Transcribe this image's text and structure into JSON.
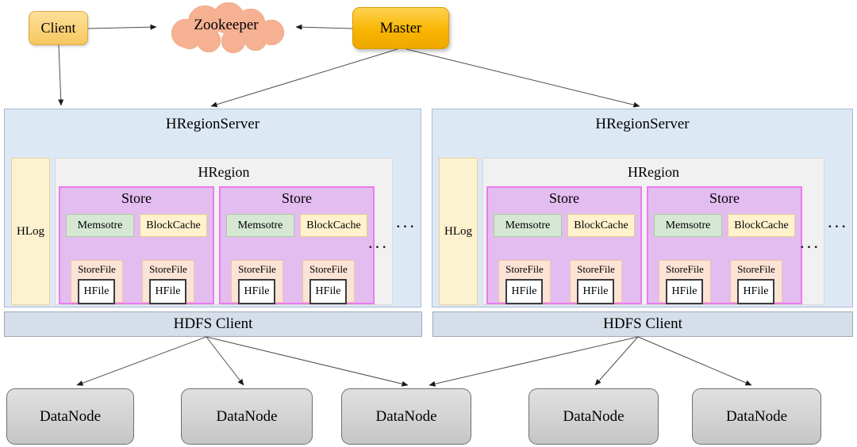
{
  "top": {
    "client_label": "Client",
    "zookeeper_label": "Zookeeper",
    "master_label": "Master"
  },
  "servers": [
    {
      "title": "HRegionServer",
      "hlog_label": "HLog",
      "ellipsis": "···",
      "hregion": {
        "title": "HRegion",
        "ellipsis": "···",
        "stores": [
          {
            "title": "Store",
            "memstore_label": "Memsotre",
            "blockcache_label": "BlockCache",
            "storefiles": [
              {
                "label": "StoreFile",
                "hfile_label": "HFile"
              },
              {
                "label": "StoreFile",
                "hfile_label": "HFile"
              }
            ]
          },
          {
            "title": "Store",
            "memstore_label": "Memsotre",
            "blockcache_label": "BlockCache",
            "storefiles": [
              {
                "label": "StoreFile",
                "hfile_label": "HFile"
              },
              {
                "label": "StoreFile",
                "hfile_label": "HFile"
              }
            ]
          }
        ]
      }
    },
    {
      "title": "HRegionServer",
      "hlog_label": "HLog",
      "ellipsis": "···",
      "hregion": {
        "title": "HRegion",
        "ellipsis": "···",
        "stores": [
          {
            "title": "Store",
            "memstore_label": "Memsotre",
            "blockcache_label": "BlockCache",
            "storefiles": [
              {
                "label": "StoreFile",
                "hfile_label": "HFile"
              },
              {
                "label": "StoreFile",
                "hfile_label": "HFile"
              }
            ]
          },
          {
            "title": "Store",
            "memstore_label": "Memsotre",
            "blockcache_label": "BlockCache",
            "storefiles": [
              {
                "label": "StoreFile",
                "hfile_label": "HFile"
              },
              {
                "label": "StoreFile",
                "hfile_label": "HFile"
              }
            ]
          }
        ]
      }
    }
  ],
  "hdfs_clients": [
    {
      "label": "HDFS Client"
    },
    {
      "label": "HDFS Client"
    }
  ],
  "datanodes": [
    {
      "label": "DataNode"
    },
    {
      "label": "DataNode"
    },
    {
      "label": "DataNode"
    },
    {
      "label": "DataNode"
    },
    {
      "label": "DataNode"
    }
  ],
  "colors": {
    "client_fill_top": "#fce09a",
    "client_fill_bottom": "#f7c75f",
    "client_border": "#dda63e",
    "master_fill_top": "#ffd352",
    "master_fill_bottom": "#f0a800",
    "master_border": "#d99b00",
    "zookeeper_fill": "#f5b192",
    "zookeeper_border": "#d47e55",
    "server_fill": "#dde8f5",
    "server_border": "#a9bbd1",
    "hlog_fill": "#fdf2d0",
    "hlog_border": "#e6d29e",
    "hregion_fill": "#f1f1f1",
    "hregion_border": "#d9d9d9",
    "store_fill": "#e3bcf0",
    "store_border": "#ea7bee",
    "memstore_fill": "#d6e8d4",
    "memstore_border": "#a9c9a0",
    "blockcache_fill": "#fff2cc",
    "blockcache_border": "#e3cf92",
    "storefile_fill": "#fbe3d5",
    "storefile_border": "#f0c3a3",
    "hfile_fill": "#ffffff",
    "hfile_border": "#3c3c3c",
    "hdfs_fill": "#d6dee9",
    "hdfs_border": "#9fa8b6",
    "datanode_fill": "#d2d2d2",
    "datanode_border": "#6f6f6f",
    "connector": "#4d4d4d"
  }
}
